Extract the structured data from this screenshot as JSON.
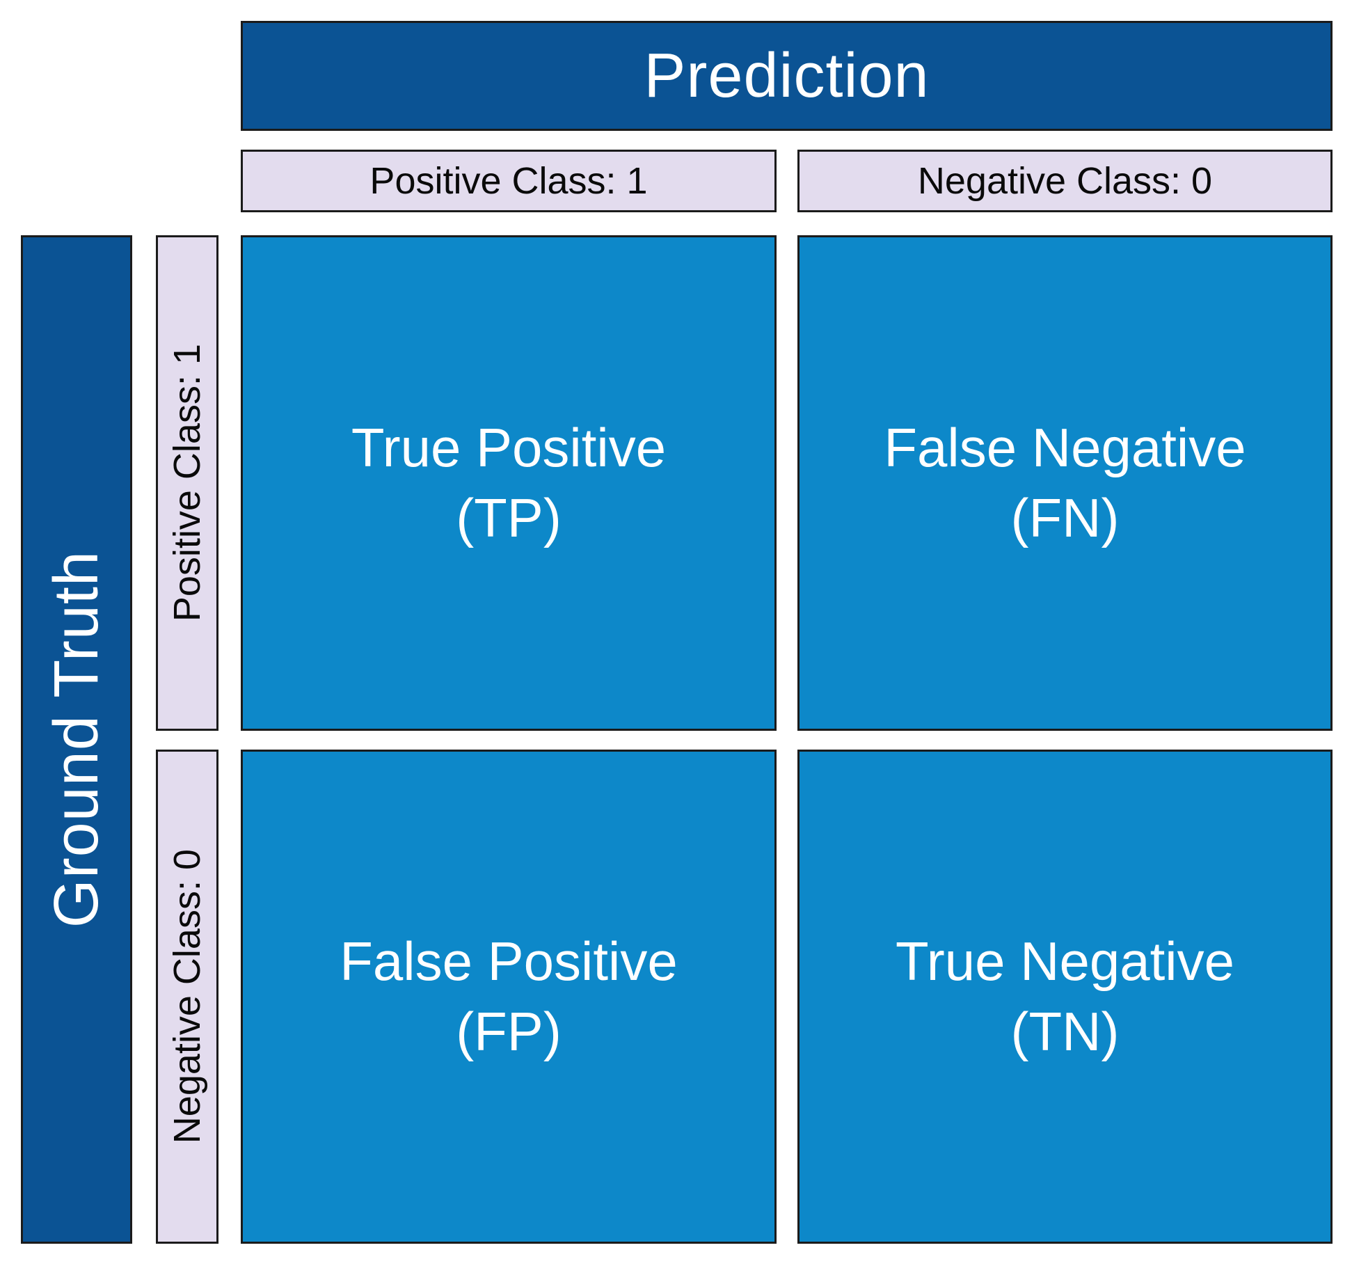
{
  "colors": {
    "dark_blue": "#0B5394",
    "cell_blue": "#0D88C9",
    "lavender": "#E3DCEE",
    "border": "#1B1B1B",
    "text_light": "#FFFFFF",
    "text_dark": "#0A0A0A",
    "page_bg": "#FFFFFF"
  },
  "matrix": {
    "prediction_label": "Prediction",
    "ground_truth_label": "Ground Truth",
    "prediction_classes": [
      {
        "label": "Positive Class: 1"
      },
      {
        "label": "Negative Class: 0"
      }
    ],
    "ground_truth_classes": [
      {
        "label": "Positive Class: 1"
      },
      {
        "label": "Negative Class: 0"
      }
    ],
    "cells": [
      {
        "title": "True Positive",
        "abbr": "(TP)"
      },
      {
        "title": "False Negative",
        "abbr": "(FN)"
      },
      {
        "title": "False Positive",
        "abbr": "(FP)"
      },
      {
        "title": "True Negative",
        "abbr": "(TN)"
      }
    ]
  }
}
